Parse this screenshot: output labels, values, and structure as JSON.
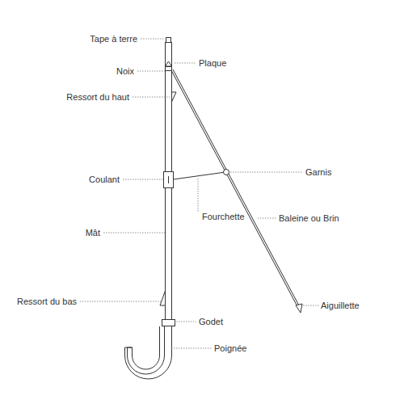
{
  "diagram": {
    "labels": [
      "Tape à terre",
      "Plaque",
      "Noix",
      "Ressort du haut",
      "Garnis",
      "Coulant",
      "Fourchette",
      "Baleine ou Brin",
      "Mât",
      "Ressort du bas",
      "Aiguillette",
      "Godet",
      "Poignée"
    ]
  }
}
